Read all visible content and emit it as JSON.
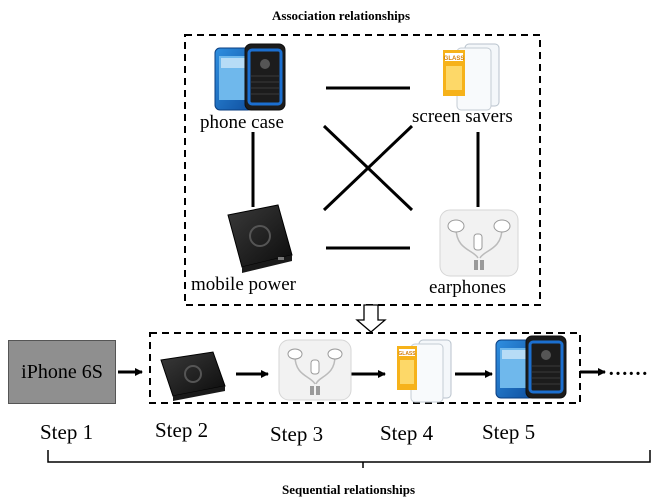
{
  "top_title": "Association relationships",
  "bottom_title": "Sequential relationships",
  "association_items": {
    "phone_case": "phone case",
    "screen_savers": "screen savers",
    "mobile_power": "mobile power",
    "earphones": "earphones"
  },
  "sequence": {
    "start_label": "iPhone 6S",
    "steps": [
      "Step 1",
      "Step 2",
      "Step 3",
      "Step 4",
      "Step 5"
    ],
    "continuation": "……"
  },
  "product_icons": [
    "phone-case-icon",
    "screen-protector-icon",
    "power-bank-icon",
    "earphones-icon"
  ]
}
